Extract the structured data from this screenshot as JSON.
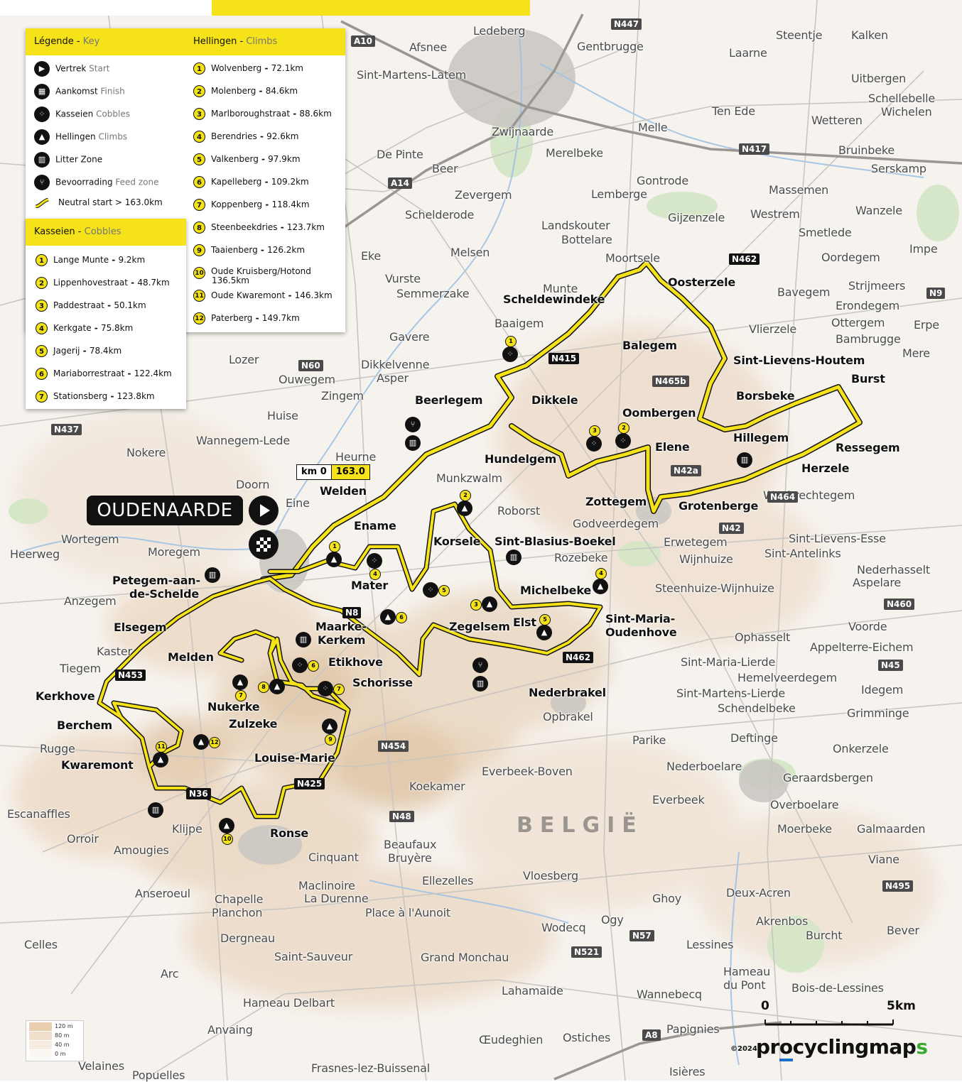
{
  "header": {
    "left_bar": "",
    "right_bar": ""
  },
  "legend": {
    "title": "Légende",
    "title_en": "Key",
    "items": [
      {
        "label": "Vertrek",
        "label_en": "Start",
        "icon": "start-icon"
      },
      {
        "label": "Aankomst",
        "label_en": "Finish",
        "icon": "finish-flag-icon"
      },
      {
        "label": "Kasseien",
        "label_en": "Cobbles",
        "icon": "cobbles-icon"
      },
      {
        "label": "Hellingen",
        "label_en": "Climbs",
        "icon": "climb-icon"
      },
      {
        "label": "Litter Zone",
        "label_en": "",
        "icon": "litter-bin-icon"
      },
      {
        "label": "Bevoorrading",
        "label_en": "Feed zone",
        "icon": "feed-zone-icon"
      },
      {
        "label": "Neutral start > 163.0km",
        "label_en": "",
        "icon": "neutral-line-icon"
      }
    ]
  },
  "climbs": {
    "title": "Hellingen",
    "title_en": "Climbs",
    "items": [
      {
        "n": "1",
        "name": "Wolvenberg",
        "km": "72.1km"
      },
      {
        "n": "2",
        "name": "Molenberg",
        "km": "84.6km"
      },
      {
        "n": "3",
        "name": "Marlboroughstraat",
        "km": "88.6km"
      },
      {
        "n": "4",
        "name": "Berendries",
        "km": "92.6km"
      },
      {
        "n": "5",
        "name": "Valkenberg",
        "km": "97.9km"
      },
      {
        "n": "6",
        "name": "Kapelleberg",
        "km": "109.2km"
      },
      {
        "n": "7",
        "name": "Koppenberg",
        "km": "118.4km"
      },
      {
        "n": "8",
        "name": "Steenbeekdries",
        "km": "123.7km"
      },
      {
        "n": "9",
        "name": "Taaienberg",
        "km": "126.2km"
      },
      {
        "n": "10",
        "name": "Oude Kruisberg/Hotond",
        "km": "136.5km"
      },
      {
        "n": "11",
        "name": "Oude Kwaremont",
        "km": "146.3km"
      },
      {
        "n": "12",
        "name": "Paterberg",
        "km": "149.7km"
      }
    ]
  },
  "cobbles": {
    "title": "Kasseien",
    "title_en": "Cobbles",
    "items": [
      {
        "n": "1",
        "name": "Lange Munte",
        "km": "9.2km"
      },
      {
        "n": "2",
        "name": "Lippenhovestraat",
        "km": "48.7km"
      },
      {
        "n": "3",
        "name": "Paddestraat",
        "km": "50.1km"
      },
      {
        "n": "4",
        "name": "Kerkgate",
        "km": "75.8km"
      },
      {
        "n": "5",
        "name": "Jagerij",
        "km": "78.4km"
      },
      {
        "n": "6",
        "name": "Mariaborrestraat",
        "km": "122.4km"
      },
      {
        "n": "7",
        "name": "Stationsberg",
        "km": "123.8km"
      }
    ]
  },
  "start_finish": {
    "label": "OUDENAARDE",
    "km0": "km 0",
    "km_neutral": "163.0"
  },
  "country": "BELGIË",
  "scale": {
    "zero": "0",
    "max": "5km"
  },
  "brand": {
    "pre": "pr",
    "o": "o",
    "mid": "cyclingmap",
    "s": "s",
    "copyright": "©2024"
  },
  "elevation": [
    "120 m",
    "80 m",
    "40 m",
    "0 m"
  ],
  "route_places": [
    "Oosterzele",
    "Scheldewindeke",
    "Balegem",
    "Sint-Lievens-Houtem",
    "Burst",
    "Borsbeke",
    "Oombergen",
    "Hillegem",
    "Ressegem",
    "Herzele",
    "Beerlegem",
    "Dikkele",
    "Hundelgem",
    "Elene",
    "Zottegem",
    "Grotenberge",
    "Welden",
    "Ename",
    "Korsele",
    "Sint-Blasius-Boekel",
    "Mater",
    "Michelbeke",
    "Sint-Maria-",
    "Oudenhove",
    "Zegelsem",
    "Elst",
    "Nederbrakel",
    "Maarke-",
    "Kerkem",
    "Etikhove",
    "Schorisse",
    "Melden",
    "Nukerke",
    "Zulzeke",
    "Louise-Marie",
    "Petegem-aan-",
    "de-Schelde",
    "Elsegem",
    "Kerkhove",
    "Berchem",
    "Kwaremont",
    "Ronse"
  ],
  "other_places": [
    "Ledeberg",
    "Afsnee",
    "Gentbrugge",
    "Steentje",
    "Kalken",
    "Laarne",
    "Sint-Martens-Latem",
    "Uitbergen",
    "Schellebelle",
    "Wichelen",
    "Ten Ede",
    "Wetteren",
    "Zwijnaarde",
    "Melle",
    "De Pinte",
    "Merelbeke",
    "Bruinbeke",
    "Serskamp",
    "Beer",
    "Gontrode",
    "Zevergem",
    "Lemberge",
    "Massemen",
    "Schelderode",
    "Landskouter",
    "Bottelare",
    "Gijzenzele",
    "Westrem",
    "Wanzele",
    "Smetlede",
    "Eke",
    "Melsen",
    "Moortsele",
    "Oordegem",
    "Impe",
    "Vurste",
    "Semmerzake",
    "Munte",
    "Bavegem",
    "Strijmeers",
    "Erondegem",
    "Ottergem",
    "Erpe",
    "Mere",
    "Baaigem",
    "Vlierzele",
    "Bambrugge",
    "Gavere",
    "Lozer",
    "Dikkelvenne",
    "Asper",
    "Ouwegem",
    "Zingem",
    "Huise",
    "Nokere",
    "Wannegem-Lede",
    "Heurne",
    "Munkzwalm",
    "Doorn",
    "Eine",
    "Roborst",
    "Godveerdegem",
    "Woubrechtegem",
    "Wortegem",
    "Heerweg",
    "Moregem",
    "Erwetegem",
    "Rozebeke",
    "Sint-Antelinks",
    "Sint-Lievens-Esse",
    "Wijnhuize",
    "Nederhasselt",
    "Aspelare",
    "Anzegem",
    "Steenhuize-Wijnhuize",
    "Ophasselt",
    "Voorde",
    "Appelterre-Eichem",
    "Kaster",
    "Tiegem",
    "Sint-Maria-Lierde",
    "Hemelveerdegem",
    "Sint-Martens-Lierde",
    "Schendelbeke",
    "Idegem",
    "Grimminge",
    "Opbrakel",
    "Rugge",
    "Parike",
    "Deftinge",
    "Onkerzele",
    "Nederboelare",
    "Geraardsbergen",
    "Everbeek-Boven",
    "Koekamer",
    "Everbeek",
    "Overboelare",
    "Escanaffles",
    "Klijpe",
    "Moerbeke",
    "Galmaarden",
    "Orroir",
    "Amougies",
    "Beaufaux",
    "Bruyère",
    "Cinquant",
    "Viane",
    "Maclinoire",
    "La Durenne",
    "Ellezelles",
    "Vloesberg",
    "Anseroeul",
    "Chapelle",
    "Planchon",
    "Deux-Acren",
    "Ghoy",
    "Place à l'Aunoit",
    "Ogy",
    "Akrenbos",
    "Burcht",
    "Bever",
    "Wodecq",
    "Lessines",
    "Celles",
    "Dergneau",
    "Saint-Sauveur",
    "Grand Monchau",
    "Arc",
    "Hameau",
    "du Pont",
    "Bois-de-Lessines",
    "Lahamaide",
    "Wannebecq",
    "Hameau Delbart",
    "Anvaing",
    "Papignies",
    "Œudeghien",
    "Ostiches",
    "Velaines",
    "Popuelles",
    "Frasnes-lez-Buissenal",
    "Isières"
  ],
  "roads": [
    "N447",
    "A10",
    "N417",
    "N462",
    "N9",
    "N415",
    "N465b",
    "N60",
    "N437",
    "N42a",
    "N464",
    "N42",
    "N460",
    "N8",
    "N453",
    "N45",
    "N454",
    "N36",
    "N425",
    "N48",
    "N495",
    "N57",
    "N521",
    "A8",
    "A14"
  ],
  "colors": {
    "route": "#f5e219",
    "route_outline": "#111111",
    "legend_accent": "#f5e219",
    "brand_green": "#3aaa35",
    "brand_blue": "#1a6fc9"
  }
}
